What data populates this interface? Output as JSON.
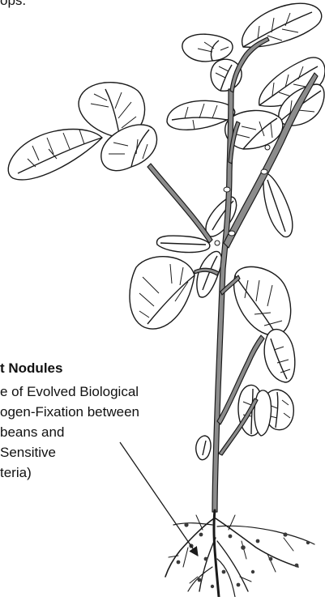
{
  "top_fragment": "ops.",
  "nodule_label": {
    "title": "t Nodules",
    "lines": [
      "e of Evolved Biological",
      "ogen-Fixation between",
      "beans and",
      "Sensitive",
      "teria)"
    ]
  },
  "colors": {
    "outline": "#1a1a1a",
    "stem_fill": "#8c8c8c",
    "leaf_fill": "#ffffff",
    "nodule": "#3a3a3a"
  }
}
